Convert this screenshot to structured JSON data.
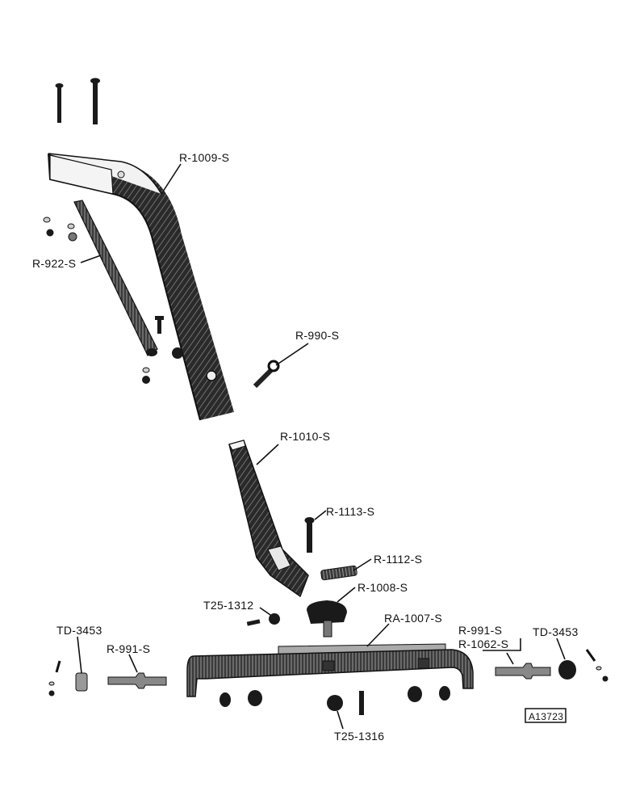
{
  "labels": {
    "r1009": "R-1009-S",
    "r922": "R-922-S",
    "r990": "R-990-S",
    "r1010": "R-1010-S",
    "r1113": "R-1113-S",
    "r1112": "R-1112-S",
    "r1008": "R-1008-S",
    "t25_1312": "T25-1312",
    "ra1007": "RA-1007-S",
    "td3453_left": "TD-3453",
    "r991_left": "R-991-S",
    "r991_right": "R-991-S",
    "r1062": "R-1062-S",
    "td3453_right": "TD-3453",
    "t25_1316": "T25-1316",
    "figure_id": "A13723"
  }
}
